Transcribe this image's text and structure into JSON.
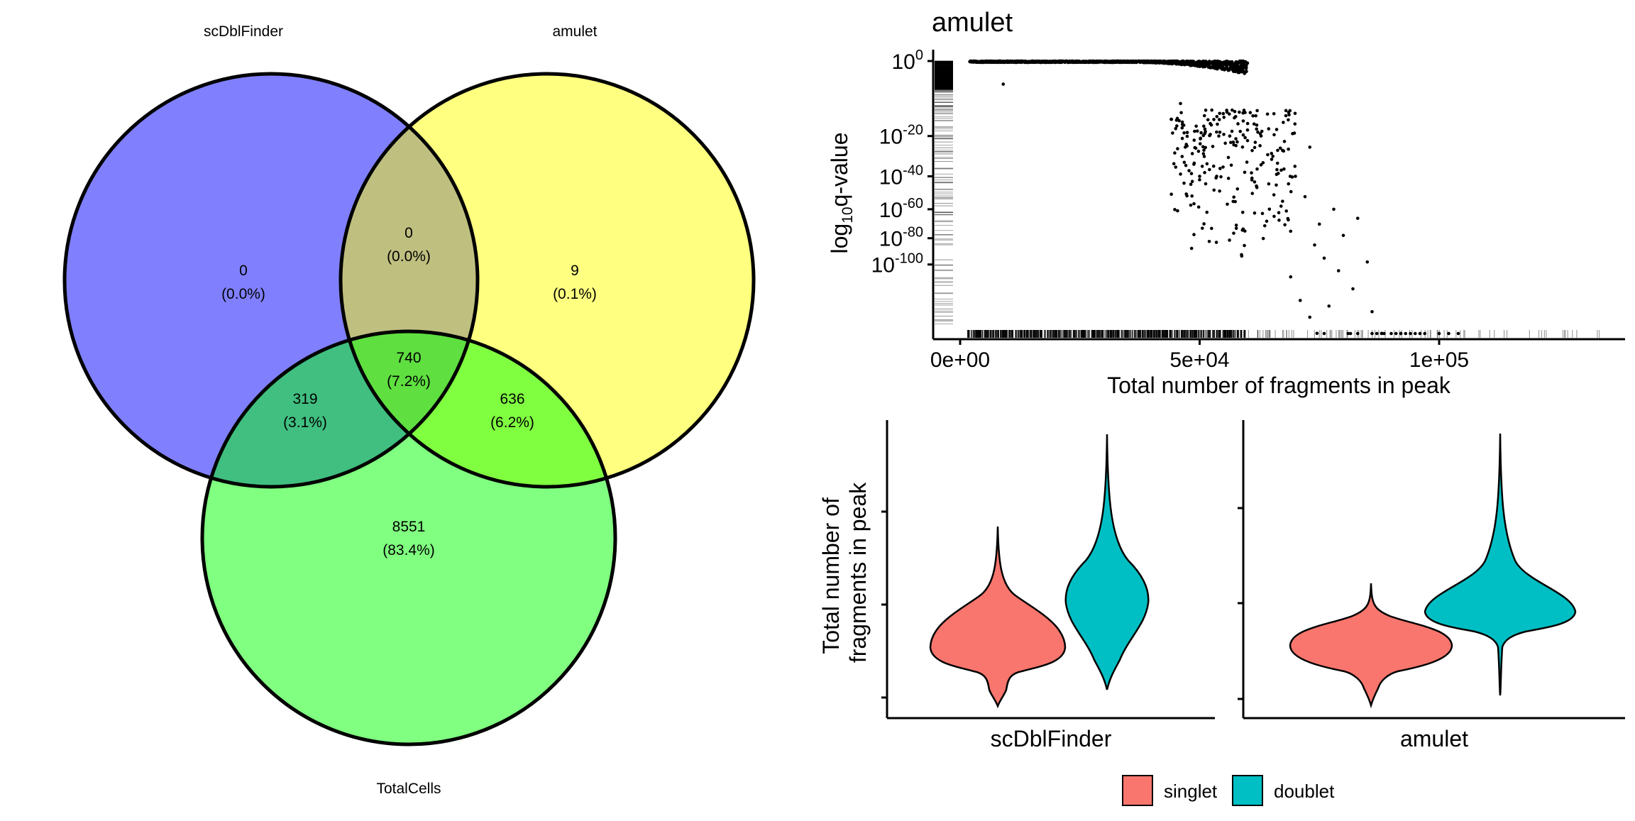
{
  "chart_data": [
    {
      "type": "venn",
      "sets": [
        {
          "name": "scDblFinder",
          "color": "#8080ff"
        },
        {
          "name": "amulet",
          "color": "#ffff80"
        },
        {
          "name": "TotalCells",
          "color": "#80ff80"
        }
      ],
      "regions": [
        {
          "sets": [
            "scDblFinder"
          ],
          "count": "0",
          "pct": "(0.0%)",
          "color": "#8080ff"
        },
        {
          "sets": [
            "amulet"
          ],
          "count": "9",
          "pct": "(0.1%)",
          "color": "#ffff80"
        },
        {
          "sets": [
            "scDblFinder",
            "amulet"
          ],
          "count": "0",
          "pct": "(0.0%)",
          "color": "#bfbf80"
        },
        {
          "sets": [
            "scDblFinder",
            "amulet",
            "TotalCells"
          ],
          "count": "740",
          "pct": "(7.2%)",
          "color": "#5fdf40"
        },
        {
          "sets": [
            "scDblFinder",
            "TotalCells"
          ],
          "count": "319",
          "pct": "(3.1%)",
          "color": "#40bf80"
        },
        {
          "sets": [
            "amulet",
            "TotalCells"
          ],
          "count": "636",
          "pct": "(6.2%)",
          "color": "#80ff40"
        },
        {
          "sets": [
            "TotalCells"
          ],
          "count": "8551",
          "pct": "(83.4%)",
          "color": "#80ff80"
        }
      ]
    },
    {
      "type": "scatter",
      "title": "amulet",
      "xlabel": "Total number of fragments in peak",
      "ylabel_main": "log",
      "ylabel_sub": "10",
      "ylabel_rest": "q-value",
      "xlim": [
        0,
        138000
      ],
      "xticks": [
        {
          "value": 0,
          "label": "0e+00"
        },
        {
          "value": 50000,
          "label": "5e+04"
        },
        {
          "value": 100000,
          "label": "1e+05"
        }
      ],
      "yticks": [
        {
          "exp": "0",
          "q": 1,
          "base": "10"
        },
        {
          "exp": "-20",
          "q": 1e-20,
          "base": "10"
        },
        {
          "exp": "-40",
          "q": 1e-40,
          "base": "10"
        },
        {
          "exp": "-60",
          "q": 1e-60,
          "base": "10"
        },
        {
          "exp": "-80",
          "q": 1e-80,
          "base": "10"
        },
        {
          "exp": "-100",
          "q": 1e-100,
          "base": "10"
        }
      ],
      "y_scale": "log10 of q-value, reversed",
      "rug": true,
      "points_note": "approximately 2000 cells; a dense band near q = 1 across 2,000–60,000 fragments, spreading to small q-values above 45,000 fragments",
      "points": [
        {
          "x": 9000,
          "q": 0.001
        },
        {
          "x": 46000,
          "q": 1e-08
        },
        {
          "x": 51000,
          "q": 1e-12
        },
        {
          "x": 54000,
          "q": 1e-20
        },
        {
          "x": 47000,
          "q": 1e-25
        },
        {
          "x": 56000,
          "q": 1e-30
        },
        {
          "x": 58000,
          "q": 1e-15
        },
        {
          "x": 60000,
          "q": 1e-22
        },
        {
          "x": 62000,
          "q": 1e-36
        },
        {
          "x": 63000,
          "q": 1e-18
        },
        {
          "x": 65000,
          "q": 1e-28
        },
        {
          "x": 66000,
          "q": 1e-45
        },
        {
          "x": 68000,
          "q": 1e-12
        },
        {
          "x": 45000,
          "q": 1e-35
        },
        {
          "x": 50000,
          "q": 1e-40
        },
        {
          "x": 53000,
          "q": 1e-48
        },
        {
          "x": 57000,
          "q": 1e-55
        },
        {
          "x": 59000,
          "q": 1e-62
        },
        {
          "x": 61000,
          "q": 1e-50
        },
        {
          "x": 64000,
          "q": 1e-68
        },
        {
          "x": 67000,
          "q": 1e-58
        },
        {
          "x": 69000,
          "q": 1e-75
        },
        {
          "x": 70000,
          "q": 1e-40
        },
        {
          "x": 72000,
          "q": 1e-52
        },
        {
          "x": 73000,
          "q": 1e-25
        },
        {
          "x": 74000,
          "q": 1e-85
        },
        {
          "x": 75000,
          "q": 1e-70
        },
        {
          "x": 76000,
          "q": 1e-95
        },
        {
          "x": 78000,
          "q": 1e-60
        },
        {
          "x": 79000,
          "q": 1e-105
        },
        {
          "x": 80000,
          "q": 1e-78
        },
        {
          "x": 82000,
          "q": 1e-120
        },
        {
          "x": 83000,
          "q": 1e-66
        },
        {
          "x": 85000,
          "q": 1e-98
        },
        {
          "x": 69000,
          "q": 1e-110
        },
        {
          "x": 71000,
          "q": 1e-130
        },
        {
          "x": 73000,
          "q": 1e-145
        },
        {
          "x": 74500,
          "q": 1e-160
        },
        {
          "x": 77000,
          "q": 1e-135
        },
        {
          "x": 86000,
          "q": 1e-140
        },
        {
          "x": 88000,
          "q": 1e-160
        },
        {
          "x": 81000,
          "q": 1e-185
        },
        {
          "x": 83000,
          "q": 1e-190
        },
        {
          "x": 90000,
          "q": 1e-205
        },
        {
          "x": 87000,
          "q": 1e-220
        },
        {
          "x": 94000,
          "q": 1e-225
        },
        {
          "x": 76000,
          "q": 1e-242
        },
        {
          "x": 91000,
          "q": 1e-262
        },
        {
          "x": 95000,
          "q": 1e-258
        },
        {
          "x": 97000,
          "q": 1e-248
        },
        {
          "x": 88500,
          "q": 1e-285
        },
        {
          "x": 92000,
          "q": 1e-280
        },
        {
          "x": 96000,
          "q": 1e-285
        },
        {
          "x": 100000,
          "q": 1e-290
        },
        {
          "x": 102000,
          "q": 1e-282
        },
        {
          "x": 81500,
          "q": 1e-300
        },
        {
          "x": 86000,
          "q": 1e-310
        },
        {
          "x": 93000,
          "q": 1e-298
        },
        {
          "x": 104000,
          "q": 1e-302
        },
        {
          "x": 88000,
          "q": 0.0
        },
        {
          "x": 92000,
          "q": 0.0
        }
      ]
    },
    {
      "type": "violin",
      "panels": [
        "scDblFinder",
        "amulet"
      ],
      "ylabel": "Total number of\nfragments in peak",
      "groups": [
        {
          "name": "singlet",
          "color": "#f8766d"
        },
        {
          "name": "doublet",
          "color": "#00bfc4"
        }
      ],
      "legend": "bottom",
      "y_tick_labels": "not shown",
      "distribution_note": "doublets have higher totals than singlets in both panels"
    }
  ]
}
